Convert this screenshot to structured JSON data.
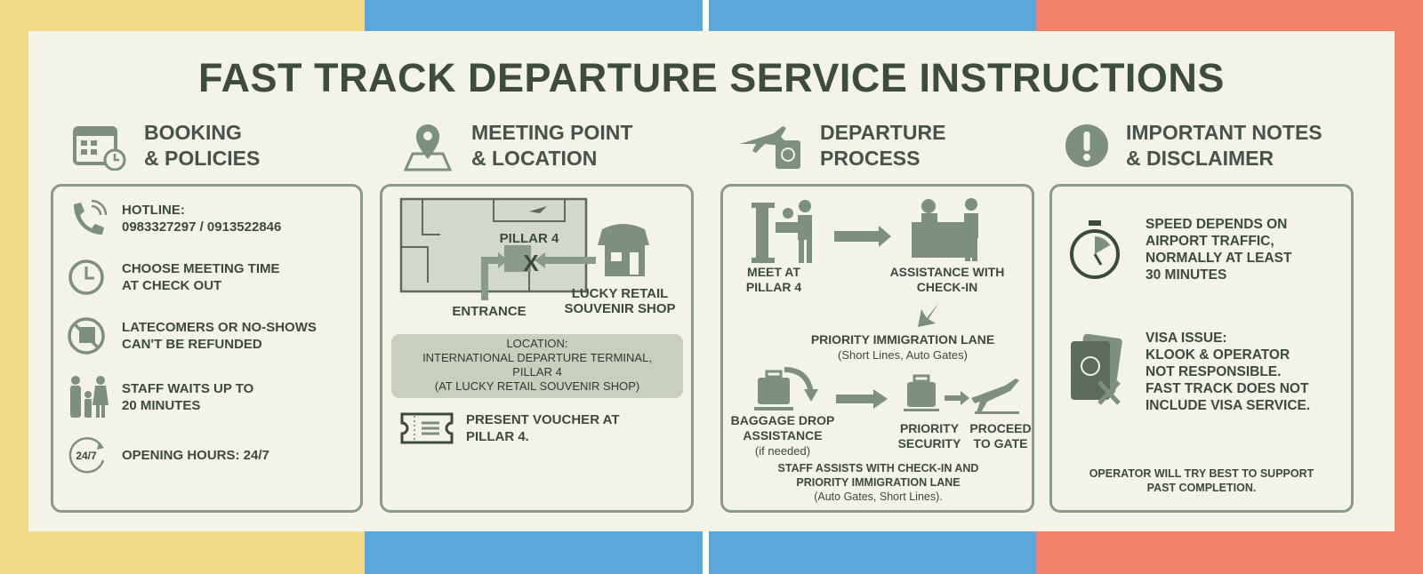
{
  "title": "FAST TRACK DEPARTURE SERVICE INSTRUCTIONS",
  "colors": {
    "yellow": "#f3d98a",
    "blue": "#5aa8dc",
    "red": "#f4826a",
    "panel": "#f4f3e8",
    "icon": "#7d8f7d",
    "text": "#3b4a3e"
  },
  "booking": {
    "heading1": "BOOKING",
    "heading2": "& POLICIES",
    "items": [
      {
        "icon": "phone-icon",
        "line1": "HOTLINE:",
        "line2": "0983327297 / 0913522846"
      },
      {
        "icon": "clock-icon",
        "line1": "CHOOSE MEETING TIME",
        "line2": "AT CHECK OUT"
      },
      {
        "icon": "no-refund-icon",
        "line1": "LATECOMERS OR NO-SHOWS",
        "line2": "CAN'T BE REFUNDED"
      },
      {
        "icon": "family-icon",
        "line1": "STAFF WAITS UP TO",
        "line2": "20 MINUTES"
      },
      {
        "icon": "24-7-icon",
        "line1": "OPENING HOURS: 24/7",
        "line2": ""
      }
    ]
  },
  "meeting": {
    "heading1": "MEETING POINT",
    "heading2": "& LOCATION",
    "map_pillar": "PILLAR 4",
    "map_x": "X",
    "entrance": "ENTRANCE",
    "shop1": "LUCKY RETAIL",
    "shop2": "SOUVENIR SHOP",
    "location": [
      "LOCATION:",
      "INTERNATIONAL DEPARTURE TERMINAL,",
      "PILLAR 4",
      "(AT LUCKY RETAIL SOUVENIR SHOP)"
    ],
    "voucher1": "PRESENT VOUCHER AT",
    "voucher2": "PILLAR 4."
  },
  "departure": {
    "heading1": "DEPARTURE",
    "heading2": "PROCESS",
    "meet1": "MEET AT",
    "meet2": "PILLAR 4",
    "checkin1": "ASSISTANCE WITH",
    "checkin2": "CHECK-IN",
    "immigration": "PRIORITY IMMIGRATION LANE",
    "immigration_sub": "(Short Lines, Auto Gates)",
    "baggage1": "BAGGAGE DROP",
    "baggage2": "ASSISTANCE",
    "baggage3": "(if needed)",
    "security1": "PRIORITY",
    "security2": "SECURITY",
    "gate1": "PROCEED",
    "gate2": "TO GATE",
    "note1": "STAFF ASSISTS WITH CHECK-IN AND",
    "note2": "PRIORITY IMMIGRATION LANE",
    "note3": "(Auto Gates, Short Lines)."
  },
  "notes": {
    "heading1": "IMPORTANT NOTES",
    "heading2": "& DISCLAIMER",
    "speed": [
      "SPEED DEPENDS ON",
      "AIRPORT TRAFFIC,",
      "NORMALLY AT LEAST",
      "30 MINUTES"
    ],
    "visa": [
      "VISA ISSUE:",
      "KLOOK & OPERATOR",
      "NOT RESPONSIBLE.",
      "FAST TRACK DOES NOT",
      "INCLUDE VISA SERVICE."
    ],
    "footer1": "OPERATOR WILL TRY BEST TO SUPPORT",
    "footer2": "PAST COMPLETION."
  }
}
